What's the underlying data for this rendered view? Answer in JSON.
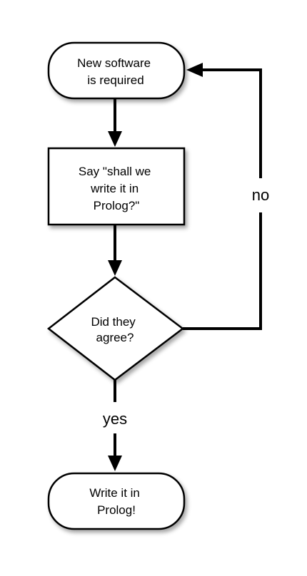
{
  "nodes": {
    "start": {
      "lines": [
        "New software",
        "is required"
      ]
    },
    "ask": {
      "lines": [
        "Say \"shall we",
        "write it in",
        "Prolog?\""
      ]
    },
    "decision": {
      "lines": [
        "Did they",
        "agree?"
      ]
    },
    "end": {
      "lines": [
        "Write it in",
        "Prolog!"
      ]
    }
  },
  "edges": {
    "no_label": "no",
    "yes_label": "yes"
  },
  "colors": {
    "stroke": "#000000",
    "fill": "#ffffff",
    "shadow": "#c8c8c8"
  }
}
